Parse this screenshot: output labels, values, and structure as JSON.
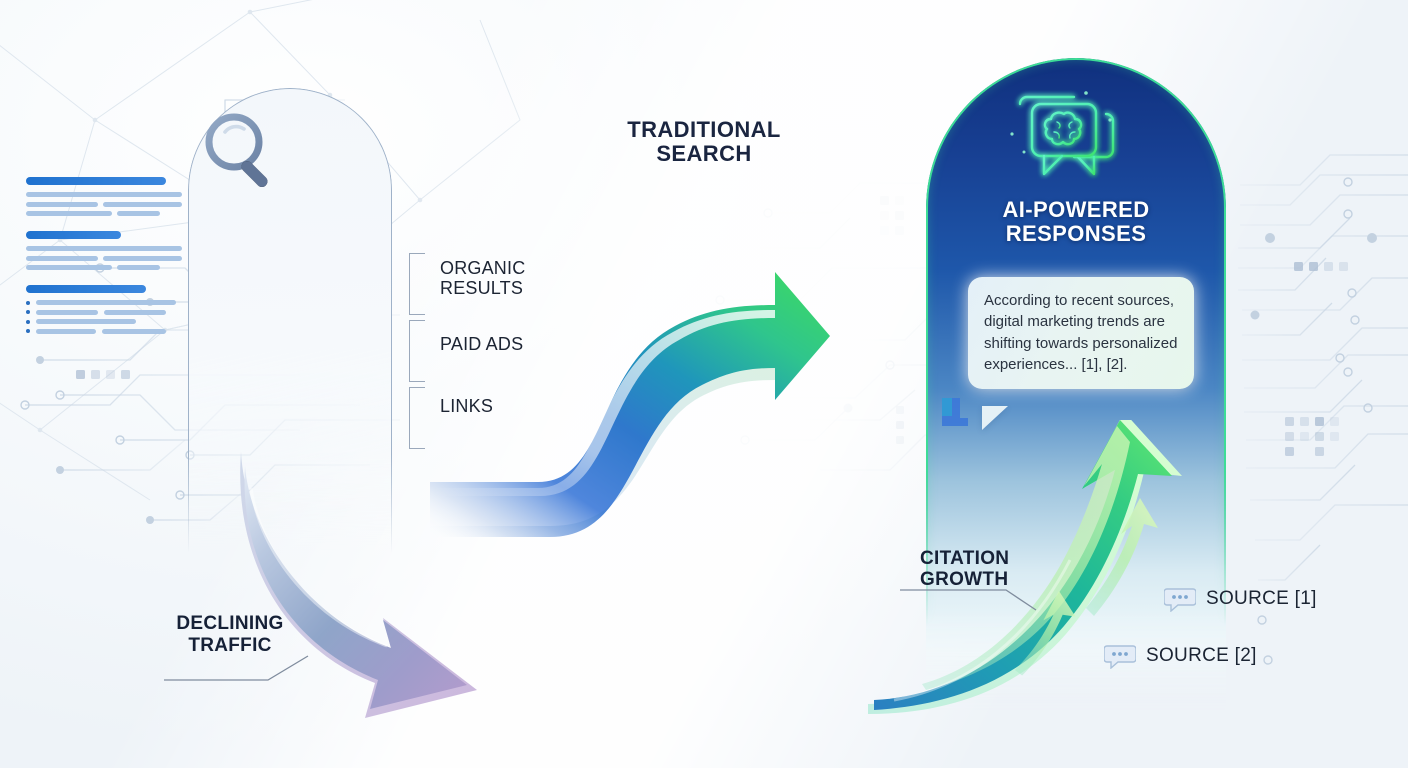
{
  "meta": {
    "title": "Traditional Search vs AI-Powered Responses"
  },
  "theme": {
    "bg_light": "#f4f8fb",
    "panel_left_fill": "#f3f7fb",
    "panel_left_border": "#9fb2c9",
    "panel_right_top": "#10307e",
    "panel_right_bottom": "#f1f9fb",
    "glow_green": "#3ddc97",
    "serp_title_blue": "#1f72cf",
    "serp_line_blue": "#a8c4e4",
    "text_dark": "#162137",
    "ribbon_blue": "#2f6fd0",
    "ribbon_green": "#36d66f",
    "arrow_decline_from": "#8fa9cf",
    "arrow_decline_to": "#a98fc4",
    "growth_arrow_from": "#2a7fc0",
    "growth_arrow_to": "#5ee07d"
  },
  "left_panel": {
    "icon": "magnifying-glass-icon",
    "title": "TRADITIONAL\nSEARCH",
    "title_line1": "TRADITIONAL",
    "title_line2": "SEARCH",
    "serp_blocks": [
      {
        "name": "organic-result",
        "has_bullets": false
      },
      {
        "name": "paid-ad",
        "has_bullets": false
      },
      {
        "name": "link-list",
        "has_bullets": true
      }
    ],
    "annotations": [
      {
        "label": "ORGANIC\nRESULTS",
        "line1": "ORGANIC",
        "line2": "RESULTS"
      },
      {
        "label": "PAID ADS",
        "line1": "PAID ADS",
        "line2": ""
      },
      {
        "label": "LINKS",
        "line1": "LINKS",
        "line2": ""
      }
    ]
  },
  "right_panel": {
    "icon": "brain-chat-bubble-icon",
    "title_line1": "AI-POWERED",
    "title_line2": "RESPONSES",
    "answer_bubble": {
      "text": "According to recent sources, digital marketing trends are shifting towards personalized experiences... [1], [2].",
      "citations": [
        "[1]",
        "[2]"
      ]
    },
    "growth_label_line1": "CITATION",
    "growth_label_line2": "GROWTH",
    "sources": [
      {
        "icon": "chat-bubble-dots-icon",
        "label": "SOURCE [1]"
      },
      {
        "icon": "chat-bubble-dots-icon",
        "label": "SOURCE [2]"
      }
    ]
  },
  "flow": {
    "transition_arrow": "s-curve-ribbon-arrow",
    "decline_label_line1": "DECLINING",
    "decline_label_line2": "TRAFFIC",
    "decline_arrow": "downward-curved-arrow",
    "growth_arrow": "upward-curved-arrow"
  }
}
